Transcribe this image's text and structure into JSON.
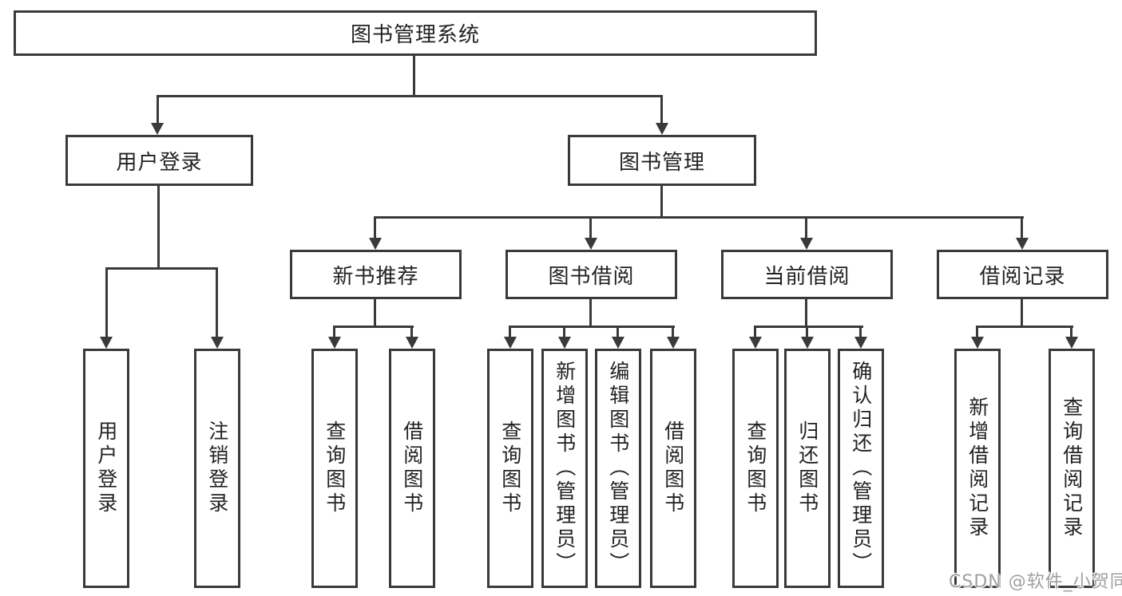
{
  "diagram_type": "hierarchy-tree",
  "tree": {
    "label": "图书管理系统",
    "children": [
      {
        "label": "用户登录",
        "children": [
          {
            "label": "用户登录"
          },
          {
            "label": "注销登录"
          }
        ]
      },
      {
        "label": "图书管理",
        "children": [
          {
            "label": "新书推荐",
            "children": [
              {
                "label": "查询图书"
              },
              {
                "label": "借阅图书"
              }
            ]
          },
          {
            "label": "图书借阅",
            "children": [
              {
                "label": "查询图书"
              },
              {
                "label": "新增图书（管理员）"
              },
              {
                "label": "编辑图书（管理员）"
              },
              {
                "label": "借阅图书"
              }
            ]
          },
          {
            "label": "当前借阅",
            "children": [
              {
                "label": "查询图书"
              },
              {
                "label": "归还图书"
              },
              {
                "label": "确认归还（管理员）"
              }
            ]
          },
          {
            "label": "借阅记录",
            "children": [
              {
                "label": "新增借阅记录"
              },
              {
                "label": "查询借阅记录"
              }
            ]
          }
        ]
      }
    ]
  },
  "watermark": {
    "text": "CSDN @软件_小贺同学"
  },
  "colors": {
    "background": "#ffffff",
    "box_fill": "#ffffff",
    "box_border": "#3a3a3a",
    "connector_line": "#3a3a3a",
    "text": "#222222",
    "watermark_text": "#a0a0a0"
  }
}
